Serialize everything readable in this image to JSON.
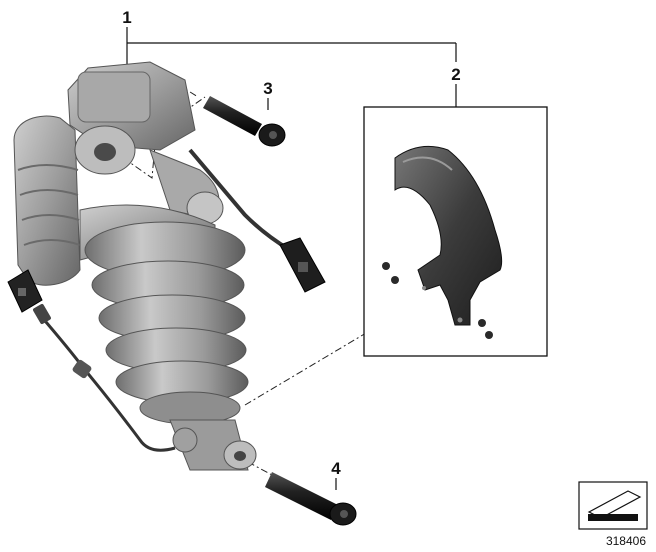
{
  "callouts": [
    {
      "id": "1",
      "label": "1"
    },
    {
      "id": "2",
      "label": "2"
    },
    {
      "id": "3",
      "label": "3"
    },
    {
      "id": "4",
      "label": "4"
    }
  ],
  "image_number": "318406",
  "colors": {
    "line": "#111111",
    "part_light": "#b8b8b8",
    "part_mid": "#8f8f8f",
    "part_dark": "#5a5a5a",
    "fender_dark": "#3a3a3a"
  }
}
